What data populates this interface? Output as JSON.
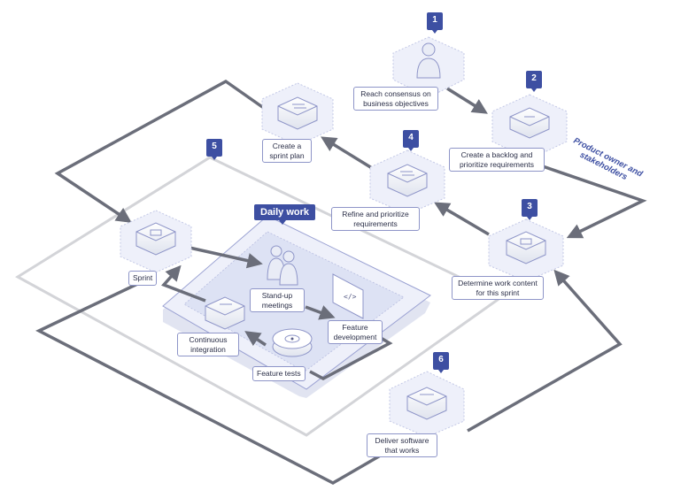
{
  "steps": [
    {
      "number": "1",
      "label": "Reach consensus on business objectives"
    },
    {
      "number": "2",
      "label": "Create a backlog and prioritize requirements"
    },
    {
      "number": "3",
      "label": "Determine work content for this sprint"
    },
    {
      "number": "4",
      "label": "Refine and prioritize requirements"
    },
    {
      "number": "5",
      "label": "Create a sprint plan"
    },
    {
      "number": "6",
      "label": "Deliver software that works"
    }
  ],
  "side_label": "Product owner and stakeholders",
  "daily_work": {
    "title": "Daily work",
    "items": [
      "Stand-up meetings",
      "Feature development",
      "Feature tests",
      "Continuous integration"
    ]
  },
  "sprint_label": "Sprint",
  "colors": {
    "accent": "#3d4fa2",
    "arrow": "#6b6e7a",
    "outline": "#d3d4d8",
    "node_fill": "#e8ecf8",
    "node_border": "#8e95c8"
  },
  "icons": [
    "person-icon",
    "server-icon",
    "people-icon",
    "code-monitor-icon",
    "target-icon"
  ]
}
